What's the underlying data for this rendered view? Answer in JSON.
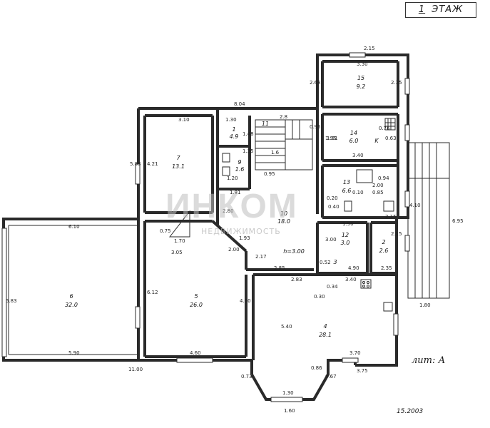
{
  "header": {
    "floor_number": "1",
    "floor_word": "ЭТАЖ"
  },
  "watermark": {
    "brand": "ИНКОМ",
    "subtitle": "НЕДВИЖИМОСТЬ"
  },
  "footer": {
    "lit_label": "лит: А",
    "stamp_date": "15.2003"
  },
  "rooms": [
    {
      "id": "r1",
      "number": "1",
      "area": "4.9"
    },
    {
      "id": "r2",
      "number": "2",
      "area": "2.6"
    },
    {
      "id": "r3",
      "number": "3",
      "area": ""
    },
    {
      "id": "r4",
      "number": "4",
      "area": "28.1"
    },
    {
      "id": "r5",
      "number": "5",
      "area": "26.0"
    },
    {
      "id": "r6",
      "number": "6",
      "area": "32.0"
    },
    {
      "id": "r7",
      "number": "7",
      "area": "13.1"
    },
    {
      "id": "r9",
      "number": "9",
      "area": "1.6"
    },
    {
      "id": "r10",
      "number": "10",
      "area": "18.0"
    },
    {
      "id": "r11",
      "number": "11",
      "area": ""
    },
    {
      "id": "r12",
      "number": "12",
      "area": "3.0"
    },
    {
      "id": "r13",
      "number": "13",
      "area": "6.6"
    },
    {
      "id": "r14",
      "number": "14",
      "area": "6.0"
    },
    {
      "id": "r15",
      "number": "15",
      "area": "9.2"
    }
  ],
  "ceiling_height": "h=3.00",
  "kitchen_mark": "K",
  "dimensions": [
    "2.15",
    "3.30",
    "2.35",
    "2.68",
    "8.04",
    "3.10",
    "1.30",
    "1.48",
    "2.8",
    "1.6",
    "0.95",
    "1.91",
    "0.76",
    "0.63",
    "3.40",
    "5.83",
    "4.21",
    "1.35",
    "1.20",
    "1.81",
    "0.95",
    "1.95",
    "2.00",
    "0.94",
    "0.85",
    "4.10",
    "6.95",
    "6.10",
    "0.75",
    "1.70",
    "2.80",
    "3.05",
    "2.00",
    "1.93",
    "2.17",
    "3.00",
    "1.90",
    "2.15",
    "0.52",
    "4.90",
    "2.35",
    "5.83",
    "6.12",
    "4.60",
    "2.85",
    "2.83",
    "3.40",
    "0.34",
    "0.30",
    "5.40",
    "3.70",
    "1.80",
    "5.90",
    "4.60",
    "11.00",
    "0.73",
    "0.86",
    "0.67",
    "3.75",
    "1.30",
    "1.60",
    "0.40",
    "0.20",
    "2.15",
    "0.10"
  ]
}
